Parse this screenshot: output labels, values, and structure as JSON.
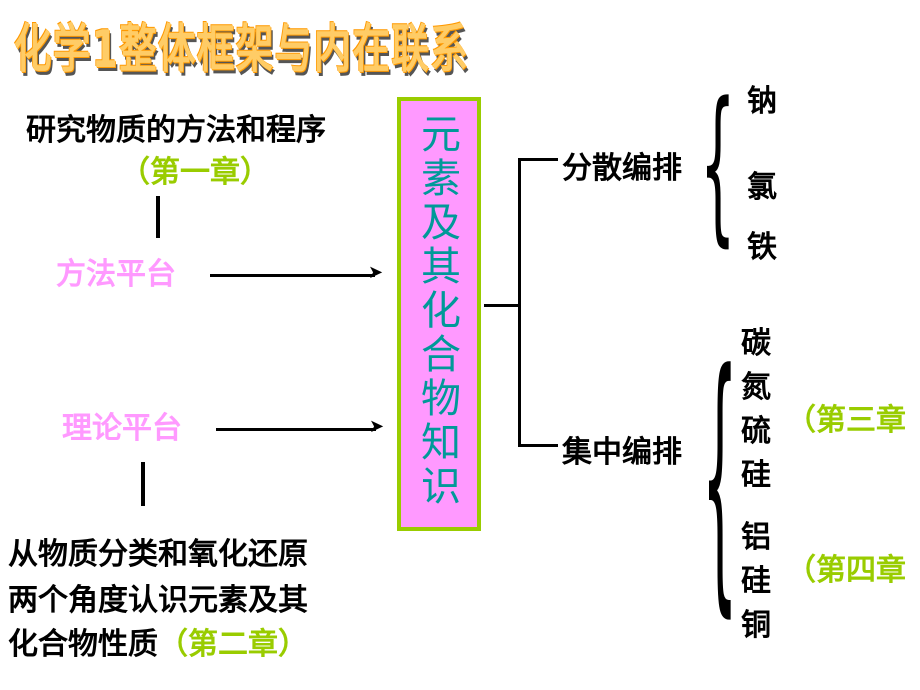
{
  "title": "化学1整体框架与内在联系",
  "left": {
    "method_study": "研究物质的方法和程序",
    "chapter1": "（第一章）",
    "method_platform": "方法平台",
    "theory_platform": "理论平台",
    "theory_desc": [
      "从物质分类和氧化还原",
      "两个角度认识元素及其",
      "化合物性质"
    ],
    "chapter2": "（第二章）"
  },
  "center": "元素及其化合物知识",
  "right": {
    "scattered": "分散编排",
    "scattered_items": [
      "钠",
      "氯",
      "铁"
    ],
    "concentrated": "集中编排",
    "group3": [
      "碳",
      "氮",
      "硫",
      "硅"
    ],
    "chapter3": "（第三章",
    "group4": [
      "铝",
      "硅",
      "铜"
    ],
    "chapter4": "（第四章"
  },
  "colors": {
    "title": "#ffcc66",
    "pink": "#ff99ff",
    "green": "#99cc00",
    "teal": "#009999"
  }
}
